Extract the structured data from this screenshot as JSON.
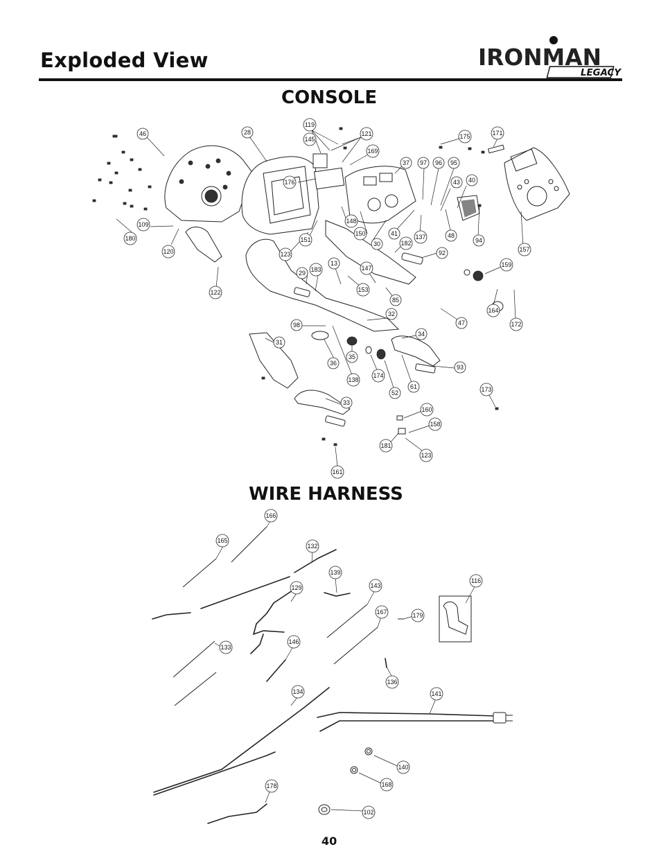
{
  "header": {
    "title": "Exploded View",
    "logo_text": "IRONMAN",
    "logo_sub": "LEGACY"
  },
  "sections": {
    "console": "CONSOLE",
    "wire_harness": "WIRE HARNESS"
  },
  "page_number": "40",
  "console_callouts": [
    "46",
    "28",
    "119",
    "145",
    "121",
    "169",
    "175",
    "171",
    "176",
    "37",
    "97",
    "96",
    "95",
    "43",
    "40",
    "109",
    "180",
    "120",
    "148",
    "150",
    "151",
    "123",
    "30",
    "41",
    "182",
    "137",
    "48",
    "94",
    "157",
    "92",
    "29",
    "183",
    "13",
    "147",
    "153",
    "85",
    "159",
    "122",
    "164",
    "172",
    "47",
    "32",
    "98",
    "34",
    "31",
    "36",
    "35",
    "138",
    "174",
    "52",
    "61",
    "93",
    "173",
    "33",
    "160",
    "158",
    "181",
    "123",
    "161"
  ],
  "harness_callouts": [
    "166",
    "165",
    "132",
    "139",
    "129",
    "143",
    "167",
    "179",
    "116",
    "133",
    "146",
    "136",
    "134",
    "141",
    "140",
    "168",
    "178",
    "102"
  ]
}
